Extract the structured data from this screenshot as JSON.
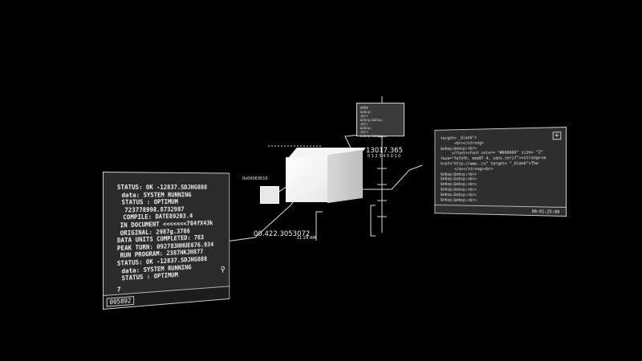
{
  "left_panel": {
    "lines": [
      "STATUS: OK -12837.SDJHG888",
      "data: SYSTEM RUNNING",
      "STATUS : OPTIMUM",
      "723778998.8732987",
      "COMPILE: DATE89203.4",
      "IN DOCUMENT <<<<<<<784fX43k",
      "ORIGINAL: 2987g.3786",
      "DATA UNITS COMPLETED: 783",
      "PEAK TURN: 092783HHUE676.934",
      "RUN PROGRAM: 2387HKJH877",
      "STATUS: OK -12837.SDJHG888",
      "data: SYSTEM RUNNING",
      "STATUS : OPTIMUM",
      "7"
    ],
    "counter": "005892",
    "magnifier_icon": "magnifier-icon"
  },
  "right_panel": {
    "code_lines": [
      "target= _blank\">",
      "<br></strong>",
      "&nbsp;&nbsp;<br>",
      "</font><font color= \"#666666\" size= \"2\"",
      "face=\"fe7dfh, eee87 4, sans-serif\"><strong><a",
      "href=\"http://www..co\" target= \"_blank\">The",
      "</a></strong><br>",
      "&nbsp;&nbsp;<br>",
      "&nbsp;&nbsp;<br>",
      "&nbsp;&nbsp;<br>",
      "&nbsp;&nbsp;<br>",
      "&nbsp;&nbsp;<br>",
      "&nbsp;&nbsp;<br>"
    ],
    "plus_button": "+",
    "time": "00:01:25:09"
  },
  "top_panel": {
    "code_lines": [
      "####",
      "&nbsp;",
      "<br>",
      "&nbsp;&nbsp;",
      "<br>",
      "&nbsp;",
      "<br>",
      "&nbsp;&nbsp;"
    ]
  },
  "labels": {
    "top_number": "13017.365",
    "center_number": "00.422.3053072",
    "time_small": "11:29 AM",
    "left_small": "0x00063010",
    "top_right_small": "0 1 2 3 4 5 0 1 0"
  }
}
